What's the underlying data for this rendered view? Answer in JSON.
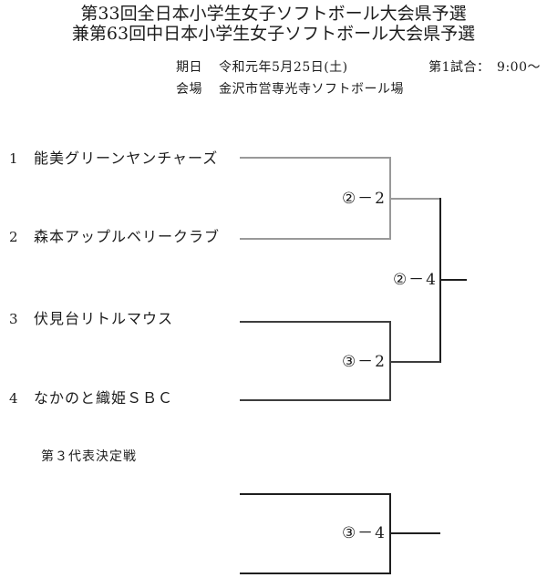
{
  "title": {
    "line1": "第33回全日本小学生女子ソフトボール大会県予選",
    "line2": "兼第63回中日本小学生女子ソフトボール大会県予選"
  },
  "info": {
    "date_label": "期日",
    "date_value": "令和元年5月25日(土)",
    "venue_label": "会場",
    "venue_value": "金沢市営専光寺ソフトボール場",
    "first_game": "第1試合：　9:00～"
  },
  "bracket": {
    "teams": [
      {
        "seed": "1",
        "name": "能美グリーンヤンチャーズ"
      },
      {
        "seed": "2",
        "name": "森本アップルベリークラブ"
      },
      {
        "seed": "3",
        "name": "伏見台リトルマウス"
      },
      {
        "seed": "4",
        "name": "なかのと織姫ＳＢＣ"
      }
    ],
    "match_labels": {
      "semifinal1": "②－2",
      "final": "②－4",
      "semifinal2": "③－2",
      "third_place": "③－4"
    },
    "third_place_heading": "第３代表決定戦"
  },
  "colors": {
    "background": "#ffffff",
    "text": "#1c1c1c",
    "line_light": "#999999",
    "line_mid": "#3d3d3d",
    "line_dark": "#1f1f1f"
  }
}
